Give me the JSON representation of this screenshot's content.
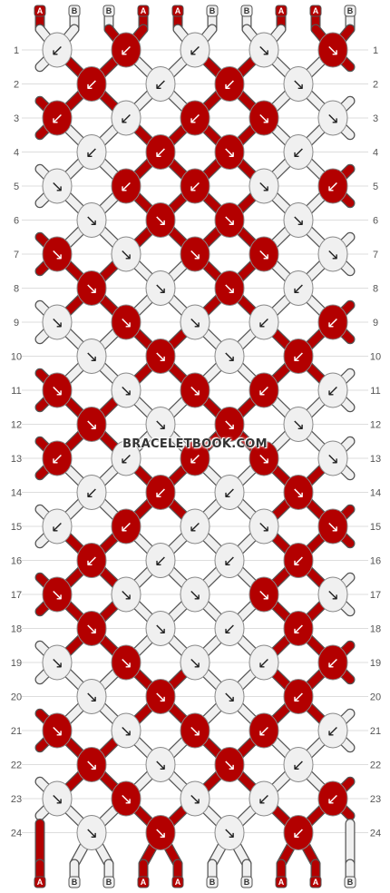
{
  "colors": {
    "A": "#b30000",
    "B": "#f0f0f0",
    "strand_edge": "#555555",
    "line": "#dddddd"
  },
  "top_strands": [
    "A",
    "B",
    "B",
    "A",
    "A",
    "B",
    "B",
    "A",
    "A",
    "B"
  ],
  "bottom_strands": [
    "A",
    "B",
    "B",
    "A",
    "A",
    "B",
    "B",
    "A",
    "A",
    "B"
  ],
  "rows": [
    {
      "number": "1",
      "knots": [
        {
          "color": "B",
          "dir": "↙"
        },
        {
          "color": "A",
          "dir": "↙"
        },
        {
          "color": "B",
          "dir": "↙"
        },
        {
          "color": "B",
          "dir": "↘"
        },
        {
          "color": "A",
          "dir": "↘"
        }
      ]
    },
    {
      "number": "2",
      "knots": [
        {
          "color": "A",
          "dir": "↙"
        },
        {
          "color": "B",
          "dir": "↙"
        },
        {
          "color": "A",
          "dir": "↙"
        },
        {
          "color": "B",
          "dir": "↘"
        }
      ]
    },
    {
      "number": "3",
      "knots": [
        {
          "color": "A",
          "dir": "↙"
        },
        {
          "color": "B",
          "dir": "↙"
        },
        {
          "color": "A",
          "dir": "↙"
        },
        {
          "color": "A",
          "dir": "↘"
        },
        {
          "color": "B",
          "dir": "↘"
        }
      ]
    },
    {
      "number": "4",
      "knots": [
        {
          "color": "B",
          "dir": "↙"
        },
        {
          "color": "A",
          "dir": "↙"
        },
        {
          "color": "A",
          "dir": "↘"
        },
        {
          "color": "B",
          "dir": "↙"
        }
      ]
    },
    {
      "number": "5",
      "knots": [
        {
          "color": "B",
          "dir": "↘"
        },
        {
          "color": "A",
          "dir": "↙"
        },
        {
          "color": "A",
          "dir": "↙"
        },
        {
          "color": "B",
          "dir": "↘"
        },
        {
          "color": "A",
          "dir": "↙"
        }
      ]
    },
    {
      "number": "6",
      "knots": [
        {
          "color": "B",
          "dir": "↘"
        },
        {
          "color": "A",
          "dir": "↘"
        },
        {
          "color": "A",
          "dir": "↘"
        },
        {
          "color": "B",
          "dir": "↘"
        }
      ]
    },
    {
      "number": "7",
      "knots": [
        {
          "color": "A",
          "dir": "↘"
        },
        {
          "color": "B",
          "dir": "↘"
        },
        {
          "color": "A",
          "dir": "↘"
        },
        {
          "color": "A",
          "dir": "↘"
        },
        {
          "color": "B",
          "dir": "↘"
        }
      ]
    },
    {
      "number": "8",
      "knots": [
        {
          "color": "A",
          "dir": "↘"
        },
        {
          "color": "B",
          "dir": "↘"
        },
        {
          "color": "A",
          "dir": "↘"
        },
        {
          "color": "B",
          "dir": "↙"
        }
      ]
    },
    {
      "number": "9",
      "knots": [
        {
          "color": "B",
          "dir": "↘"
        },
        {
          "color": "A",
          "dir": "↘"
        },
        {
          "color": "B",
          "dir": "↘"
        },
        {
          "color": "B",
          "dir": "↙"
        },
        {
          "color": "A",
          "dir": "↙"
        }
      ]
    },
    {
      "number": "10",
      "knots": [
        {
          "color": "B",
          "dir": "↘"
        },
        {
          "color": "A",
          "dir": "↘"
        },
        {
          "color": "B",
          "dir": "↘"
        },
        {
          "color": "A",
          "dir": "↙"
        }
      ]
    },
    {
      "number": "11",
      "knots": [
        {
          "color": "A",
          "dir": "↘"
        },
        {
          "color": "B",
          "dir": "↘"
        },
        {
          "color": "A",
          "dir": "↘"
        },
        {
          "color": "A",
          "dir": "↙"
        },
        {
          "color": "B",
          "dir": "↙"
        }
      ]
    },
    {
      "number": "12",
      "knots": [
        {
          "color": "A",
          "dir": "↘"
        },
        {
          "color": "B",
          "dir": "↘"
        },
        {
          "color": "A",
          "dir": "↘"
        },
        {
          "color": "B",
          "dir": "↘"
        }
      ]
    },
    {
      "number": "13",
      "knots": [
        {
          "color": "A",
          "dir": "↙"
        },
        {
          "color": "B",
          "dir": "↙"
        },
        {
          "color": "A",
          "dir": "↙"
        },
        {
          "color": "A",
          "dir": "↘"
        },
        {
          "color": "B",
          "dir": "↘"
        }
      ]
    },
    {
      "number": "14",
      "knots": [
        {
          "color": "B",
          "dir": "↙"
        },
        {
          "color": "A",
          "dir": "↙"
        },
        {
          "color": "B",
          "dir": "↙"
        },
        {
          "color": "A",
          "dir": "↘"
        }
      ]
    },
    {
      "number": "15",
      "knots": [
        {
          "color": "B",
          "dir": "↙"
        },
        {
          "color": "A",
          "dir": "↙"
        },
        {
          "color": "B",
          "dir": "↙"
        },
        {
          "color": "B",
          "dir": "↘"
        },
        {
          "color": "A",
          "dir": "↘"
        }
      ]
    },
    {
      "number": "16",
      "knots": [
        {
          "color": "A",
          "dir": "↙"
        },
        {
          "color": "B",
          "dir": "↙"
        },
        {
          "color": "B",
          "dir": "↙"
        },
        {
          "color": "A",
          "dir": "↙"
        }
      ]
    },
    {
      "number": "17",
      "knots": [
        {
          "color": "A",
          "dir": "↘"
        },
        {
          "color": "B",
          "dir": "↘"
        },
        {
          "color": "B",
          "dir": "↘"
        },
        {
          "color": "A",
          "dir": "↘"
        },
        {
          "color": "B",
          "dir": "↘"
        }
      ]
    },
    {
      "number": "18",
      "knots": [
        {
          "color": "A",
          "dir": "↘"
        },
        {
          "color": "B",
          "dir": "↘"
        },
        {
          "color": "B",
          "dir": "↙"
        },
        {
          "color": "A",
          "dir": "↙"
        }
      ]
    },
    {
      "number": "19",
      "knots": [
        {
          "color": "B",
          "dir": "↘"
        },
        {
          "color": "A",
          "dir": "↘"
        },
        {
          "color": "B",
          "dir": "↘"
        },
        {
          "color": "B",
          "dir": "↙"
        },
        {
          "color": "A",
          "dir": "↙"
        }
      ]
    },
    {
      "number": "20",
      "knots": [
        {
          "color": "B",
          "dir": "↘"
        },
        {
          "color": "A",
          "dir": "↘"
        },
        {
          "color": "B",
          "dir": "↘"
        },
        {
          "color": "A",
          "dir": "↙"
        }
      ]
    },
    {
      "number": "21",
      "knots": [
        {
          "color": "A",
          "dir": "↘"
        },
        {
          "color": "B",
          "dir": "↘"
        },
        {
          "color": "A",
          "dir": "↘"
        },
        {
          "color": "A",
          "dir": "↙"
        },
        {
          "color": "B",
          "dir": "↙"
        }
      ]
    },
    {
      "number": "22",
      "knots": [
        {
          "color": "A",
          "dir": "↘"
        },
        {
          "color": "B",
          "dir": "↘"
        },
        {
          "color": "A",
          "dir": "↘"
        },
        {
          "color": "B",
          "dir": "↙"
        }
      ]
    },
    {
      "number": "23",
      "knots": [
        {
          "color": "B",
          "dir": "↘"
        },
        {
          "color": "A",
          "dir": "↘"
        },
        {
          "color": "B",
          "dir": "↘"
        },
        {
          "color": "B",
          "dir": "↙"
        },
        {
          "color": "A",
          "dir": "↙"
        }
      ]
    },
    {
      "number": "24",
      "knots": [
        {
          "color": "B",
          "dir": "↘"
        },
        {
          "color": "A",
          "dir": "↘"
        },
        {
          "color": "B",
          "dir": "↘"
        },
        {
          "color": "A",
          "dir": "↙"
        }
      ]
    }
  ],
  "watermark": "BRACELETBOOK.COM"
}
